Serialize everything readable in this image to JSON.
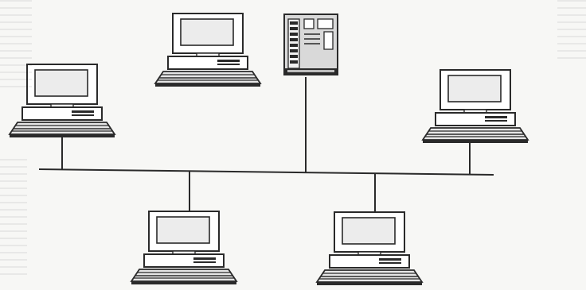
{
  "diagram": {
    "caption": "",
    "colors": {
      "line": "#2a2a2a",
      "monitor_fill": "#ffffff",
      "screen_fill": "#ececec",
      "keyboard_fill": "#e6e6e6",
      "server_fill": "#d9d9d9",
      "paper": "#f7f7f5"
    },
    "nodes": [
      {
        "id": "workstation-left",
        "kind": "workstation"
      },
      {
        "id": "workstation-top",
        "kind": "workstation"
      },
      {
        "id": "server",
        "kind": "server"
      },
      {
        "id": "workstation-right",
        "kind": "workstation"
      },
      {
        "id": "workstation-bottom-left",
        "kind": "workstation"
      },
      {
        "id": "workstation-bottom-right",
        "kind": "workstation"
      }
    ],
    "topology": "bus"
  }
}
